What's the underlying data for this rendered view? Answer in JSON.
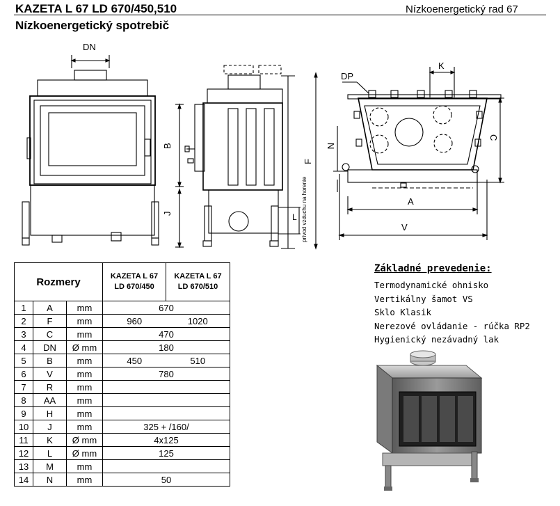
{
  "header": {
    "title": "KAZETA L 67 LD 670/450,510",
    "series": "Nízkoenergetický rad 67",
    "subtitle": "Nízkoenergetický spotrebič"
  },
  "drawing_labels": {
    "dn": "DN",
    "b": "B",
    "j": "J",
    "f": "F",
    "l": "L",
    "air_supply": "prívod vzduchu na horenie",
    "dp": "DP",
    "k": "K",
    "n": "N",
    "c": "C",
    "a": "A",
    "v": "V"
  },
  "table": {
    "header_label": "Rozmery",
    "models": [
      {
        "line1": "KAZETA L 67",
        "line2": "LD 670/450"
      },
      {
        "line1": "KAZETA L 67",
        "line2": "LD 670/510"
      }
    ],
    "rows": [
      {
        "no": "1",
        "sym": "A",
        "unit": "mm",
        "value": "670"
      },
      {
        "no": "2",
        "sym": "F",
        "unit": "mm",
        "v1": "960",
        "v2": "1020"
      },
      {
        "no": "3",
        "sym": "C",
        "unit": "mm",
        "value": "470"
      },
      {
        "no": "4",
        "sym": "DN",
        "unit": "Ø mm",
        "value": "180"
      },
      {
        "no": "5",
        "sym": "B",
        "unit": "mm",
        "v1": "450",
        "v2": "510"
      },
      {
        "no": "6",
        "sym": "V",
        "unit": "mm",
        "value": "780"
      },
      {
        "no": "7",
        "sym": "R",
        "unit": "mm",
        "value": ""
      },
      {
        "no": "8",
        "sym": "AA",
        "unit": "mm",
        "value": ""
      },
      {
        "no": "9",
        "sym": "H",
        "unit": "mm",
        "value": ""
      },
      {
        "no": "10",
        "sym": "J",
        "unit": "mm",
        "value": "325 + /160/"
      },
      {
        "no": "11",
        "sym": "K",
        "unit": "Ø mm",
        "value": "4x125"
      },
      {
        "no": "12",
        "sym": "L",
        "unit": "Ø mm",
        "value": "125"
      },
      {
        "no": "13",
        "sym": "M",
        "unit": "mm",
        "value": ""
      },
      {
        "no": "14",
        "sym": "N",
        "unit": "mm",
        "value": "50"
      }
    ]
  },
  "standard": {
    "title": "Základné prevedenie:",
    "items": [
      "Termodynamické ohnisko",
      "Vertikálny šamot VS",
      "Sklo Klasik",
      "Nerezové ovládanie - rúčka RP2",
      "Hygienický nezávadný lak"
    ]
  }
}
